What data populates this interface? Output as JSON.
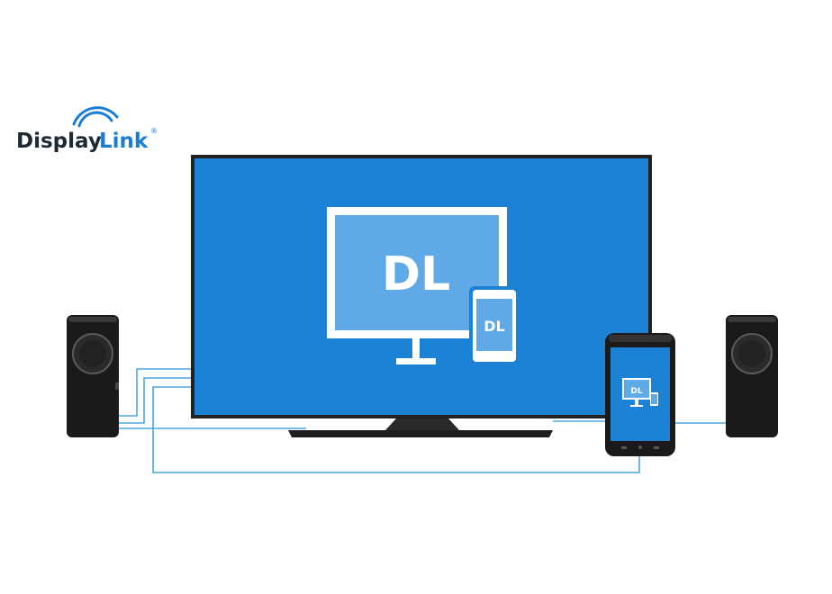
{
  "logo": {
    "word_dark": "Display",
    "word_blue": "Link",
    "reg_mark": "®"
  },
  "tv_screen": {
    "big_monitor_text": "DL",
    "small_phone_text": "DL"
  },
  "phone_screen": {
    "mini_monitor_text": "DL"
  },
  "colors": {
    "brand_blue": "#1a7fd4",
    "screen_blue": "#1b82d6",
    "icon_light_blue": "#5ea9e6",
    "cable_blue": "#4aa7e0",
    "logo_dark": "#1c2a36",
    "device_black": "#1a1a1a"
  }
}
